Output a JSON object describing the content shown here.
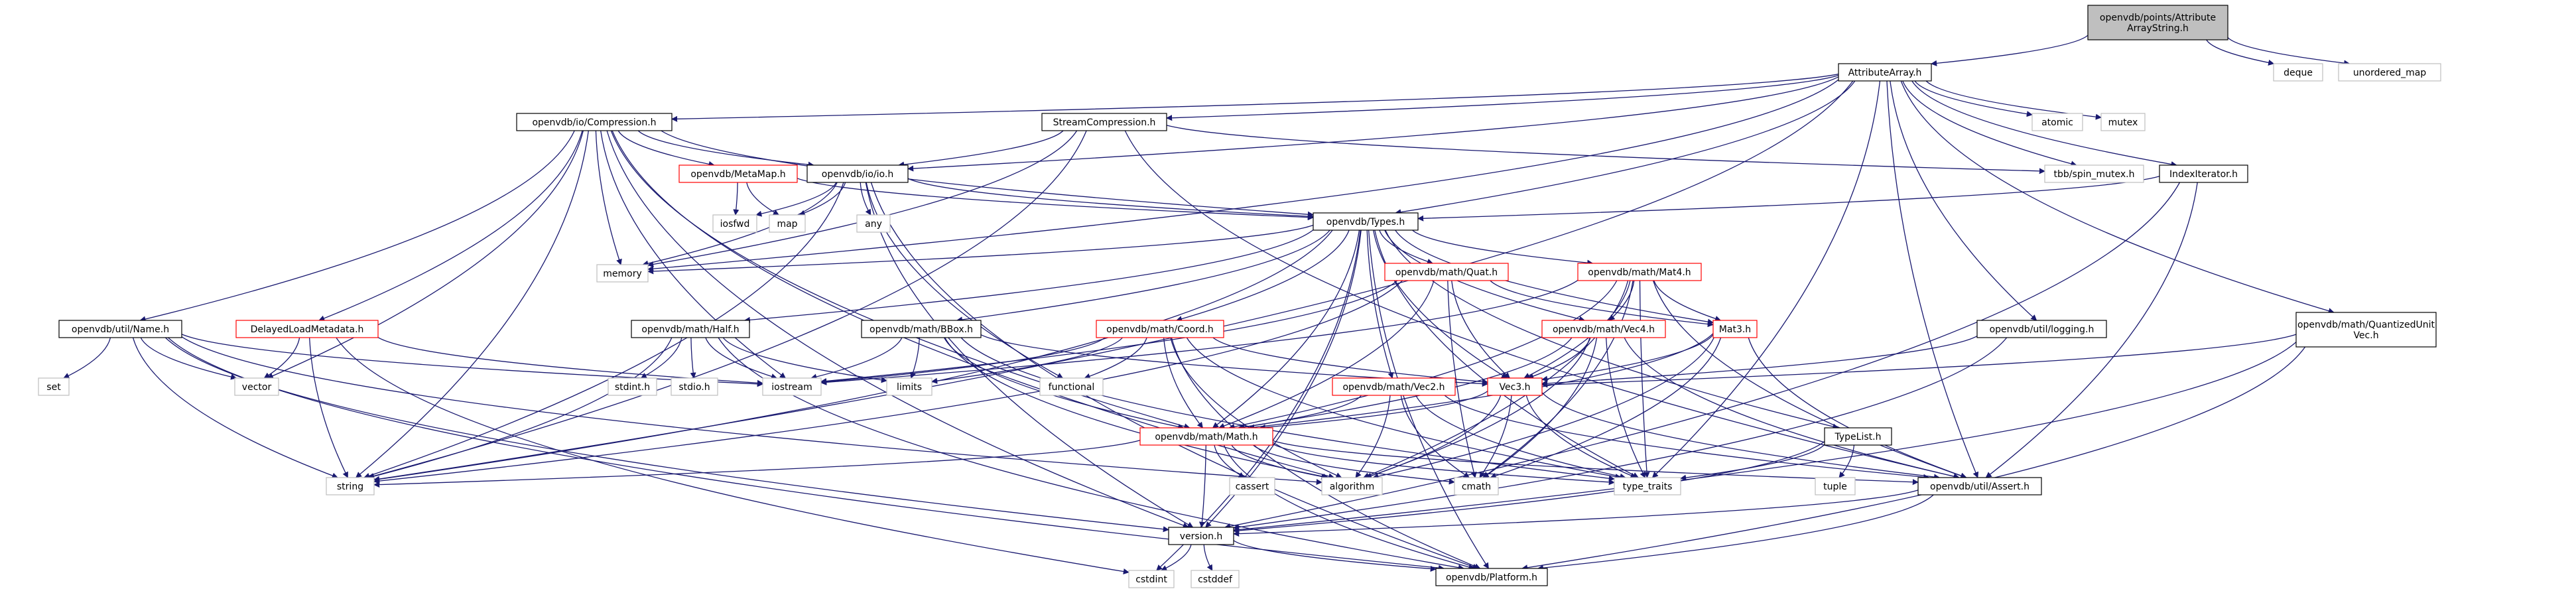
{
  "diagram": {
    "nodes": [
      {
        "id": "root",
        "label": "openvdb/points/Attribute\nArrayString.h",
        "style": "root"
      },
      {
        "id": "aa",
        "label": "AttributeArray.h",
        "style": "normal"
      },
      {
        "id": "deque",
        "label": "deque",
        "style": "gray"
      },
      {
        "id": "umap",
        "label": "unordered_map",
        "style": "gray"
      },
      {
        "id": "compression",
        "label": "openvdb/io/Compression.h",
        "style": "normal"
      },
      {
        "id": "stream",
        "label": "StreamCompression.h",
        "style": "normal"
      },
      {
        "id": "atomic",
        "label": "atomic",
        "style": "gray"
      },
      {
        "id": "mutex",
        "label": "mutex",
        "style": "gray"
      },
      {
        "id": "metamap",
        "label": "openvdb/MetaMap.h",
        "style": "red"
      },
      {
        "id": "io",
        "label": "openvdb/io/io.h",
        "style": "normal"
      },
      {
        "id": "spin",
        "label": "tbb/spin_mutex.h",
        "style": "gray"
      },
      {
        "id": "indexit",
        "label": "IndexIterator.h",
        "style": "normal"
      },
      {
        "id": "iosfwd",
        "label": "iosfwd",
        "style": "gray"
      },
      {
        "id": "map",
        "label": "map",
        "style": "gray"
      },
      {
        "id": "any",
        "label": "any",
        "style": "gray"
      },
      {
        "id": "types",
        "label": "openvdb/Types.h",
        "style": "normal"
      },
      {
        "id": "memory",
        "label": "memory",
        "style": "gray"
      },
      {
        "id": "quat",
        "label": "openvdb/math/Quat.h",
        "style": "red"
      },
      {
        "id": "mat4",
        "label": "openvdb/math/Mat4.h",
        "style": "red"
      },
      {
        "id": "name",
        "label": "openvdb/util/Name.h",
        "style": "normal"
      },
      {
        "id": "delayed",
        "label": "DelayedLoadMetadata.h",
        "style": "red"
      },
      {
        "id": "half",
        "label": "openvdb/math/Half.h",
        "style": "normal"
      },
      {
        "id": "bbox",
        "label": "openvdb/math/BBox.h",
        "style": "normal"
      },
      {
        "id": "coord",
        "label": "openvdb/math/Coord.h",
        "style": "red"
      },
      {
        "id": "vec4",
        "label": "openvdb/math/Vec4.h",
        "style": "red"
      },
      {
        "id": "mat3",
        "label": "Mat3.h",
        "style": "red"
      },
      {
        "id": "logging",
        "label": "openvdb/util/logging.h",
        "style": "normal"
      },
      {
        "id": "quantized",
        "label": "openvdb/math/QuantizedUnit\nVec.h",
        "style": "normal"
      },
      {
        "id": "set",
        "label": "set",
        "style": "gray"
      },
      {
        "id": "vector",
        "label": "vector",
        "style": "gray"
      },
      {
        "id": "stdint",
        "label": "stdint.h",
        "style": "gray"
      },
      {
        "id": "stdio",
        "label": "stdio.h",
        "style": "gray"
      },
      {
        "id": "iostream",
        "label": "iostream",
        "style": "gray"
      },
      {
        "id": "limits",
        "label": "limits",
        "style": "gray"
      },
      {
        "id": "functional",
        "label": "functional",
        "style": "gray"
      },
      {
        "id": "vec2",
        "label": "openvdb/math/Vec2.h",
        "style": "red"
      },
      {
        "id": "vec3",
        "label": "Vec3.h",
        "style": "red"
      },
      {
        "id": "math",
        "label": "openvdb/math/Math.h",
        "style": "red"
      },
      {
        "id": "typelist",
        "label": "TypeList.h",
        "style": "normal"
      },
      {
        "id": "string",
        "label": "string",
        "style": "gray"
      },
      {
        "id": "cassert",
        "label": "cassert",
        "style": "gray"
      },
      {
        "id": "algorithm",
        "label": "algorithm",
        "style": "gray"
      },
      {
        "id": "cmath",
        "label": "cmath",
        "style": "gray"
      },
      {
        "id": "typetraits",
        "label": "type_traits",
        "style": "gray"
      },
      {
        "id": "tuple",
        "label": "tuple",
        "style": "gray"
      },
      {
        "id": "assert",
        "label": "openvdb/util/Assert.h",
        "style": "normal"
      },
      {
        "id": "version",
        "label": "version.h",
        "style": "normal"
      },
      {
        "id": "cstdint",
        "label": "cstdint",
        "style": "gray"
      },
      {
        "id": "cstddef",
        "label": "cstddef",
        "style": "gray"
      },
      {
        "id": "platform",
        "label": "openvdb/Platform.h",
        "style": "normal"
      }
    ],
    "edges": [
      [
        "root",
        "aa"
      ],
      [
        "root",
        "deque"
      ],
      [
        "root",
        "umap"
      ],
      [
        "aa",
        "compression"
      ],
      [
        "aa",
        "stream"
      ],
      [
        "aa",
        "io"
      ],
      [
        "aa",
        "types"
      ],
      [
        "aa",
        "atomic"
      ],
      [
        "aa",
        "mutex"
      ],
      [
        "aa",
        "spin"
      ],
      [
        "aa",
        "indexit"
      ],
      [
        "aa",
        "memory"
      ],
      [
        "aa",
        "string"
      ],
      [
        "aa",
        "logging"
      ],
      [
        "aa",
        "quantized"
      ],
      [
        "aa",
        "assert"
      ],
      [
        "aa",
        "typetraits"
      ],
      [
        "compression",
        "metamap"
      ],
      [
        "compression",
        "io"
      ],
      [
        "compression",
        "types"
      ],
      [
        "compression",
        "name"
      ],
      [
        "compression",
        "delayed"
      ],
      [
        "compression",
        "memory"
      ],
      [
        "compression",
        "string"
      ],
      [
        "compression",
        "vector"
      ],
      [
        "compression",
        "algorithm"
      ],
      [
        "compression",
        "iostream"
      ],
      [
        "compression",
        "math"
      ],
      [
        "compression",
        "version"
      ],
      [
        "stream",
        "io"
      ],
      [
        "stream",
        "spin"
      ],
      [
        "stream",
        "memory"
      ],
      [
        "stream",
        "string"
      ],
      [
        "stream",
        "assert"
      ],
      [
        "metamap",
        "iosfwd"
      ],
      [
        "metamap",
        "map"
      ],
      [
        "metamap",
        "types"
      ],
      [
        "io",
        "iosfwd"
      ],
      [
        "io",
        "map"
      ],
      [
        "io",
        "any"
      ],
      [
        "io",
        "types"
      ],
      [
        "io",
        "memory"
      ],
      [
        "io",
        "string"
      ],
      [
        "io",
        "functional"
      ],
      [
        "io",
        "version"
      ],
      [
        "io",
        "platform"
      ],
      [
        "indexit",
        "types"
      ],
      [
        "indexit",
        "assert"
      ],
      [
        "indexit",
        "version"
      ],
      [
        "types",
        "memory"
      ],
      [
        "types",
        "quat"
      ],
      [
        "types",
        "mat4"
      ],
      [
        "types",
        "half"
      ],
      [
        "types",
        "bbox"
      ],
      [
        "types",
        "coord"
      ],
      [
        "types",
        "vec2"
      ],
      [
        "types",
        "vec3"
      ],
      [
        "types",
        "vec4"
      ],
      [
        "types",
        "mat3"
      ],
      [
        "types",
        "math"
      ],
      [
        "types",
        "typelist"
      ],
      [
        "types",
        "string"
      ],
      [
        "types",
        "typetraits"
      ],
      [
        "types",
        "version"
      ],
      [
        "types",
        "platform"
      ],
      [
        "types",
        "cstdint"
      ],
      [
        "quat",
        "mat3"
      ],
      [
        "quat",
        "vec3"
      ],
      [
        "quat",
        "math"
      ],
      [
        "quat",
        "iostream"
      ],
      [
        "quat",
        "cmath"
      ],
      [
        "quat",
        "string"
      ],
      [
        "mat4",
        "mat3"
      ],
      [
        "mat4",
        "vec3"
      ],
      [
        "mat4",
        "vec4"
      ],
      [
        "mat4",
        "math"
      ],
      [
        "mat4",
        "assert"
      ],
      [
        "mat4",
        "algorithm"
      ],
      [
        "mat4",
        "cmath"
      ],
      [
        "mat4",
        "iostream"
      ],
      [
        "mat4",
        "typetraits"
      ],
      [
        "name",
        "set"
      ],
      [
        "name",
        "vector"
      ],
      [
        "name",
        "iostream"
      ],
      [
        "name",
        "string"
      ],
      [
        "name",
        "algorithm"
      ],
      [
        "name",
        "version"
      ],
      [
        "name",
        "platform"
      ],
      [
        "delayed",
        "vector"
      ],
      [
        "delayed",
        "string"
      ],
      [
        "delayed",
        "iostream"
      ],
      [
        "delayed",
        "cstdint"
      ],
      [
        "half",
        "stdint"
      ],
      [
        "half",
        "stdio"
      ],
      [
        "half",
        "iostream"
      ],
      [
        "half",
        "limits"
      ],
      [
        "half",
        "string"
      ],
      [
        "half",
        "platform"
      ],
      [
        "bbox",
        "math"
      ],
      [
        "bbox",
        "vec3"
      ],
      [
        "bbox",
        "iostream"
      ],
      [
        "bbox",
        "limits"
      ],
      [
        "bbox",
        "algorithm"
      ],
      [
        "bbox",
        "typetraits"
      ],
      [
        "coord",
        "math"
      ],
      [
        "coord",
        "vec3"
      ],
      [
        "coord",
        "iostream"
      ],
      [
        "coord",
        "limits"
      ],
      [
        "coord",
        "functional"
      ],
      [
        "coord",
        "algorithm"
      ],
      [
        "coord",
        "typetraits"
      ],
      [
        "coord",
        "platform"
      ],
      [
        "vec4",
        "vec3"
      ],
      [
        "vec4",
        "math"
      ],
      [
        "vec4",
        "assert"
      ],
      [
        "vec4",
        "algorithm"
      ],
      [
        "vec4",
        "cmath"
      ],
      [
        "vec4",
        "typetraits"
      ],
      [
        "mat3",
        "vec3"
      ],
      [
        "mat3",
        "math"
      ],
      [
        "mat3",
        "assert"
      ],
      [
        "mat3",
        "algorithm"
      ],
      [
        "mat3",
        "cmath"
      ],
      [
        "logging",
        "version"
      ],
      [
        "logging",
        "vec3"
      ],
      [
        "quantized",
        "vec3"
      ],
      [
        "quantized",
        "platform"
      ],
      [
        "quantized",
        "version"
      ],
      [
        "vec2",
        "math"
      ],
      [
        "vec2",
        "assert"
      ],
      [
        "vec2",
        "algorithm"
      ],
      [
        "vec2",
        "cmath"
      ],
      [
        "vec2",
        "typetraits"
      ],
      [
        "vec3",
        "math"
      ],
      [
        "vec3",
        "assert"
      ],
      [
        "vec3",
        "algorithm"
      ],
      [
        "vec3",
        "cmath"
      ],
      [
        "vec3",
        "typetraits"
      ],
      [
        "math",
        "assert"
      ],
      [
        "math",
        "cassert"
      ],
      [
        "math",
        "algorithm"
      ],
      [
        "math",
        "cmath"
      ],
      [
        "math",
        "typetraits"
      ],
      [
        "math",
        "string"
      ],
      [
        "math",
        "version"
      ],
      [
        "math",
        "platform"
      ],
      [
        "typelist",
        "tuple"
      ],
      [
        "typelist",
        "typetraits"
      ],
      [
        "typelist",
        "version"
      ],
      [
        "assert",
        "platform"
      ],
      [
        "assert",
        "version"
      ],
      [
        "version",
        "cstdint"
      ],
      [
        "version",
        "cstddef"
      ],
      [
        "version",
        "platform"
      ]
    ]
  }
}
